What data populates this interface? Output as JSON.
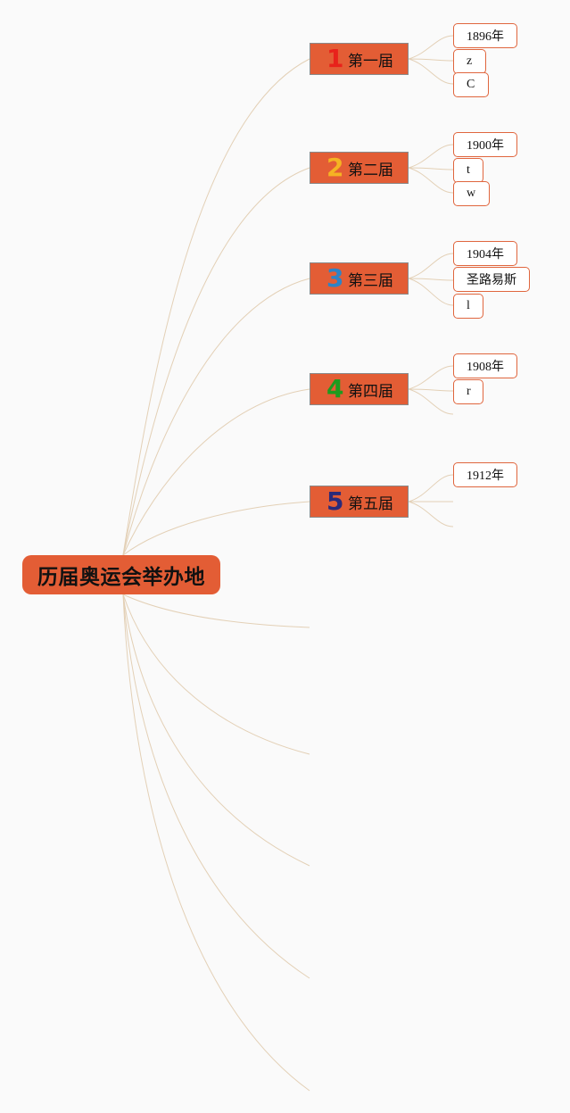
{
  "root": {
    "label": "历届奥运会举办地"
  },
  "branches": [
    {
      "num": "1",
      "num_color": "#e8221b",
      "label": "第一届",
      "leaves": [
        {
          "label": "1896年"
        },
        {
          "label": "z"
        },
        {
          "label": "C"
        }
      ]
    },
    {
      "num": "2",
      "num_color": "#f5b323",
      "label": "第二届",
      "leaves": [
        {
          "label": "1900年"
        },
        {
          "label": "t"
        },
        {
          "label": "w"
        }
      ]
    },
    {
      "num": "3",
      "num_color": "#2f83c5",
      "label": "第三届",
      "leaves": [
        {
          "label": "1904年"
        },
        {
          "label": "圣路易斯"
        },
        {
          "label": "l"
        }
      ]
    },
    {
      "num": "4",
      "num_color": "#1e9b1e",
      "label": "第四届",
      "leaves": [
        {
          "label": "1908年"
        },
        {
          "label": "r"
        }
      ]
    },
    {
      "num": "5",
      "num_color": "#2a2a7a",
      "label": "第五届",
      "leaves": [
        {
          "label": "1912年"
        }
      ]
    }
  ],
  "colors": {
    "node_fill": "#e35d35",
    "leaf_border": "#e0663e",
    "connector": "#e3d0b6",
    "background": "#fafafa"
  }
}
